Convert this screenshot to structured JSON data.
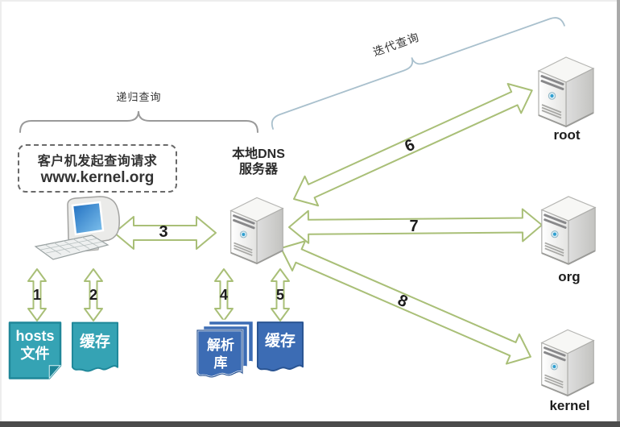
{
  "labels": {
    "recursive_query": "递归查询",
    "iterative_query": "迭代查询",
    "client_request_line1": "客户机发起查询请求",
    "client_request_line2": "www.kernel.org",
    "local_dns_line1": "本地DNS",
    "local_dns_line2": "服务器"
  },
  "servers": [
    {
      "label": "root"
    },
    {
      "label": "org"
    },
    {
      "label": "kernel"
    }
  ],
  "arrow_numbers": {
    "n1": "1",
    "n2": "2",
    "n3": "3",
    "n4": "4",
    "n5": "5",
    "n6": "6",
    "n7": "7",
    "n8": "8"
  },
  "documents": [
    {
      "name": "hosts-file",
      "line1": "hosts",
      "line2": "文件",
      "color": "#35a3b4"
    },
    {
      "name": "client-cache",
      "line1": "缓存",
      "line2": "",
      "color": "#35a3b4"
    },
    {
      "name": "resolve-library",
      "line1": "解析",
      "line2": "库",
      "color": "#3c6cb4"
    },
    {
      "name": "dns-cache",
      "line1": "缓存",
      "line2": "",
      "color": "#3c6cb4"
    }
  ],
  "colors": {
    "arrow_stroke": "#a9bf77",
    "recursive_bracket": "#9a9a9a",
    "iterative_bracket": "#a9c0cd",
    "teal_document": "#35a3b4",
    "blue_document": "#3c6cb4",
    "server_button": "#2f9fd0",
    "screen_blue": "#1f6ec0"
  }
}
